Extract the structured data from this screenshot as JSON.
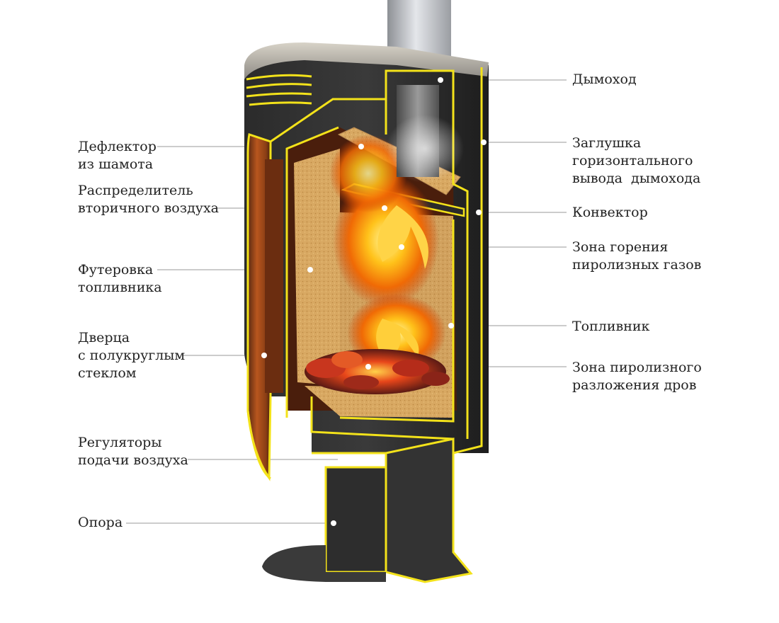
{
  "diagram": {
    "accent_color": "#f3e21a",
    "body_color": "#2a2a2a",
    "labels_left": [
      {
        "id": "deflector",
        "lines": [
          "Дефлектор",
          "из шамота"
        ]
      },
      {
        "id": "air-distributor",
        "lines": [
          "Распределитель",
          "вторичного воздуха"
        ]
      },
      {
        "id": "lining",
        "lines": [
          "Футеровка",
          "топливника"
        ]
      },
      {
        "id": "door",
        "lines": [
          "Дверца",
          "с полукруглым",
          "стеклом"
        ]
      },
      {
        "id": "air-regulators",
        "lines": [
          "Регуляторы",
          "подачи воздуха"
        ]
      },
      {
        "id": "support",
        "lines": [
          "Опора"
        ]
      }
    ],
    "labels_right": [
      {
        "id": "chimney",
        "lines": [
          "Дымоход"
        ]
      },
      {
        "id": "chimney-plug",
        "lines": [
          "Заглушка",
          "горизонтального",
          "вывода  дымохода"
        ]
      },
      {
        "id": "convector",
        "lines": [
          "Конвектор"
        ]
      },
      {
        "id": "gas-burning-zone",
        "lines": [
          "Зона горения",
          "пиролизных газов"
        ]
      },
      {
        "id": "firebox",
        "lines": [
          "Топливник"
        ]
      },
      {
        "id": "wood-pyrolysis-zone",
        "lines": [
          "Зона пиролизного",
          "разложения дров"
        ]
      }
    ]
  }
}
